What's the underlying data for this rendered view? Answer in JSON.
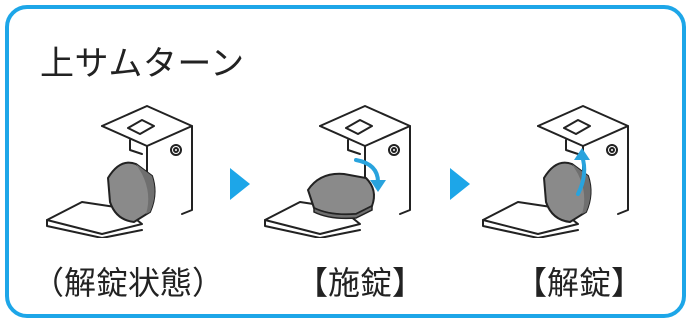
{
  "title": "上サムターン",
  "steps": [
    {
      "caption": "（解錠状態）",
      "state": "unlocked"
    },
    {
      "caption": "【施錠】",
      "state": "locking"
    },
    {
      "caption": "【解錠】",
      "state": "unlocking"
    }
  ],
  "colors": {
    "frame": "#1da6e8",
    "arrow": "#1da6e8",
    "knob": "#8a8a8a",
    "motion_arrow": "#29a3dd",
    "line": "#222222"
  },
  "icons": {
    "step_arrow": "triangle-right-icon",
    "rotation_arrow": "curved-arrow-icon"
  }
}
